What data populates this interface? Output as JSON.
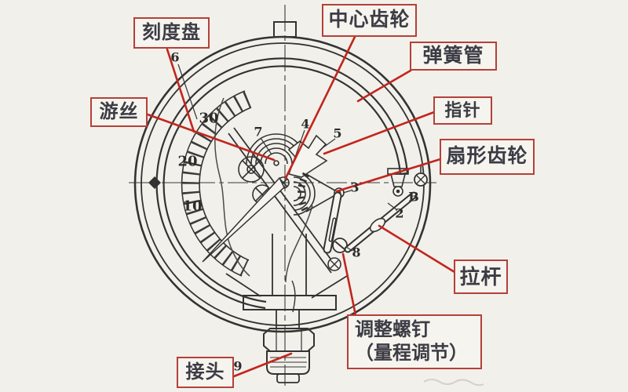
{
  "figure": {
    "kind": "pressure-gauge-internal-structure-diagram",
    "background": "#f2f0ea",
    "ink_color": "#333333",
    "leader_color": "#c2251e",
    "box_border_color": "#b4403a"
  },
  "labels": {
    "dial": "刻度盘",
    "center_gear": "中心齿轮",
    "bourdon_tube": "弹簧管",
    "hairspring": "游丝",
    "pointer": "指针",
    "sector_gear": "扇形齿轮",
    "link_rod": "拉杆",
    "adjust_screw_line1": "调整螺钉",
    "adjust_screw_line2": "（量程调节）",
    "connector": "接头"
  },
  "scale": {
    "n30": "30",
    "n20": "20",
    "n10": "10"
  },
  "refs": {
    "dial": "6",
    "hairspring": "7",
    "center_gear": "4",
    "pointer": "5",
    "sector_gear": "3",
    "link_rod": "2",
    "adjust_screw": "8",
    "connector": "9",
    "tube_end": "B"
  }
}
